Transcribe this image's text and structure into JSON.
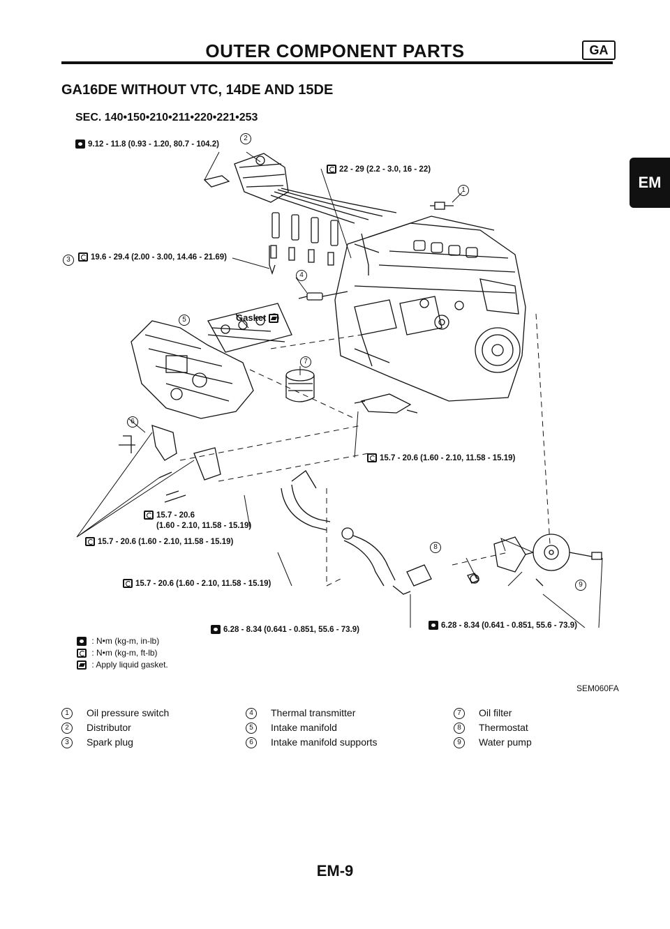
{
  "header": {
    "title": "OUTER COMPONENT PARTS",
    "badge": "GA",
    "side_tab": "EM"
  },
  "section_title": "GA16DE WITHOUT VTC, 14DE AND 15DE",
  "sec_code": "SEC. 140•150•210•211•220•221•253",
  "torque_specs": {
    "distributor_bolt": "9.12 - 11.8 (0.93 - 1.20, 80.7 - 104.2)",
    "oil_pressure_switch": "22 - 29 (2.2 - 3.0, 16 - 22)",
    "spark_plug": "19.6 - 29.4 (2.00 - 3.00, 14.46 - 21.69)",
    "bracket_bolts": "15.7 - 20.6 (1.60 - 2.10, 11.58 - 15.19)",
    "intake_a_line1": "15.7 - 20.6",
    "intake_a_line2": "(1.60 - 2.10, 11.58 - 15.19)",
    "intake_b": "15.7 - 20.6 (1.60 - 2.10, 11.58 - 15.19)",
    "intake_c": "15.7 - 20.6 (1.60 - 2.10, 11.58 - 15.19)",
    "thermostat_housing": "6.28 - 8.34 (0.641 - 0.851, 55.6 - 73.9)",
    "water_pump": "6.28 - 8.34 (0.641 - 0.851, 55.6 - 73.9)"
  },
  "callouts": {
    "n1": "1",
    "n2": "2",
    "n3": "3",
    "n4": "4",
    "n5": "5",
    "n6": "6",
    "n7": "7",
    "n8": "8",
    "n9": "9",
    "gasket": "Gasket"
  },
  "legend": [
    {
      "icon": "filled",
      "text": ": N•m (kg-m, in-lb)"
    },
    {
      "icon": "outline",
      "text": ": N•m (kg-m, ft-lb)"
    },
    {
      "icon": "liquid",
      "text": ": Apply liquid gasket."
    }
  ],
  "ref_code": "SEM060FA",
  "parts": [
    {
      "num": "1",
      "name": "Oil pressure switch"
    },
    {
      "num": "2",
      "name": "Distributor"
    },
    {
      "num": "3",
      "name": "Spark plug"
    },
    {
      "num": "4",
      "name": "Thermal transmitter"
    },
    {
      "num": "5",
      "name": "Intake manifold"
    },
    {
      "num": "6",
      "name": "Intake manifold supports"
    },
    {
      "num": "7",
      "name": "Oil filter"
    },
    {
      "num": "8",
      "name": "Thermostat"
    },
    {
      "num": "9",
      "name": "Water pump"
    }
  ],
  "page_number": "EM-9"
}
